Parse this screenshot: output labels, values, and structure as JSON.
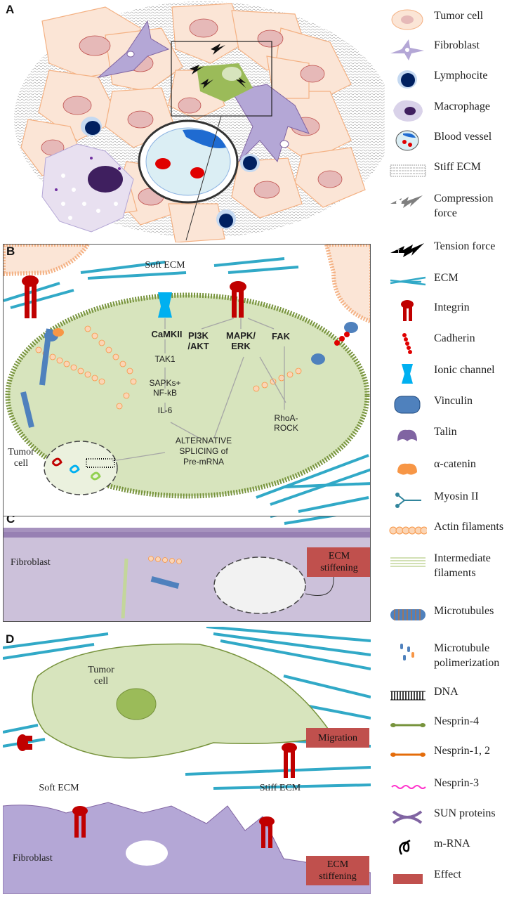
{
  "panels": {
    "A": {
      "label": "A"
    },
    "B": {
      "label": "B",
      "soft_ecm": "Soft ECM",
      "camkii": "CaMKII",
      "tak1": "TAK1",
      "sapks_l1": "SAPKs+",
      "sapks_l2": "NF-kB",
      "il6": "IL-6",
      "pi3k_l1": "PI3K",
      "pi3k_l2": "/AKT",
      "mapk_l1": "MAPK/",
      "mapk_l2": "ERK",
      "fak": "FAK",
      "rhoa_l1": "RhoA-",
      "rhoa_l2": "ROCK",
      "alt_l1": "ALTERNATIVE",
      "alt_l2": "SPLICING of",
      "alt_l3": "Pre-mRNA",
      "tumor_l1": "Tumor",
      "tumor_l2": "cell"
    },
    "C": {
      "label": "C",
      "fibroblast": "Fibroblast",
      "effect_l1": "ECM",
      "effect_l2": "stiffening"
    },
    "D": {
      "label": "D",
      "tumor_l1": "Tumor",
      "tumor_l2": "cell",
      "soft_ecm": "Soft ECM",
      "stiff_ecm": "Stiff ECM",
      "fibroblast": "Fibroblast",
      "migration": "Migration",
      "stiff_l1": "ECM",
      "stiff_l2": "stiffening"
    }
  },
  "legend": [
    {
      "icon": "tumor-cell-icon",
      "text": "Tumor cell"
    },
    {
      "icon": "fibroblast-icon",
      "text": "Fibroblast"
    },
    {
      "icon": "lymphocyte-icon",
      "text": "Lymphocite"
    },
    {
      "icon": "macrophage-icon",
      "text": "Macrophage"
    },
    {
      "icon": "blood-vessel-icon",
      "text": "Blood vessel"
    },
    {
      "icon": "stiff-ecm-icon",
      "text": "Stiff ECM"
    },
    {
      "icon": "compression-force-icon",
      "text": "Compression force"
    },
    {
      "icon": "tension-force-icon",
      "text": "Tension force"
    },
    {
      "icon": "ecm-icon",
      "text": "ECM"
    },
    {
      "icon": "integrin-icon",
      "text": "Integrin"
    },
    {
      "icon": "cadherin-icon",
      "text": "Cadherin"
    },
    {
      "icon": "ionic-channel-icon",
      "text": "Ionic channel"
    },
    {
      "icon": "vinculin-icon",
      "text": "Vinculin"
    },
    {
      "icon": "talin-icon",
      "text": "Talin"
    },
    {
      "icon": "alpha-catenin-icon",
      "text": "α-catenin"
    },
    {
      "icon": "myosin-ii-icon",
      "text": "Myosin II"
    },
    {
      "icon": "actin-filaments-icon",
      "text": "Actin filaments"
    },
    {
      "icon": "intermediate-filaments-icon",
      "text": "Intermediate filaments"
    },
    {
      "icon": "microtubules-icon",
      "text": "Microtubules"
    },
    {
      "icon": "microtubule-polimerization-icon",
      "text": "Microtubule polimerization"
    },
    {
      "icon": "dna-icon",
      "text": "DNA"
    },
    {
      "icon": "nesprin-4-icon",
      "text": "Nesprin-4"
    },
    {
      "icon": "nesprin-1-2-icon",
      "text": "Nesprin-1, 2"
    },
    {
      "icon": "nesprin-3-icon",
      "text": "Nesprin-3"
    },
    {
      "icon": "sun-proteins-icon",
      "text": "SUN proteins"
    },
    {
      "icon": "m-rna-icon",
      "text": "m-RNA"
    },
    {
      "icon": "effect-icon",
      "text": "Effect"
    }
  ],
  "colors": {
    "tumor_fill": "#fbe5d6",
    "tumor_stroke": "#f4b183",
    "nucleus": "#e6b9b8",
    "fibroblast": "#b4a7d6",
    "cell_green": "#d7e4bd",
    "membrane_green": "#77933c",
    "ecm_blue": "#31a9c7",
    "effect_red": "#c0504d",
    "fibroblast_panel": "#ccc1da",
    "integrin_red": "#c00000",
    "vinculin_blue": "#4f81bd",
    "talin_purple": "#8064a2",
    "catenin_orange": "#f79646"
  }
}
